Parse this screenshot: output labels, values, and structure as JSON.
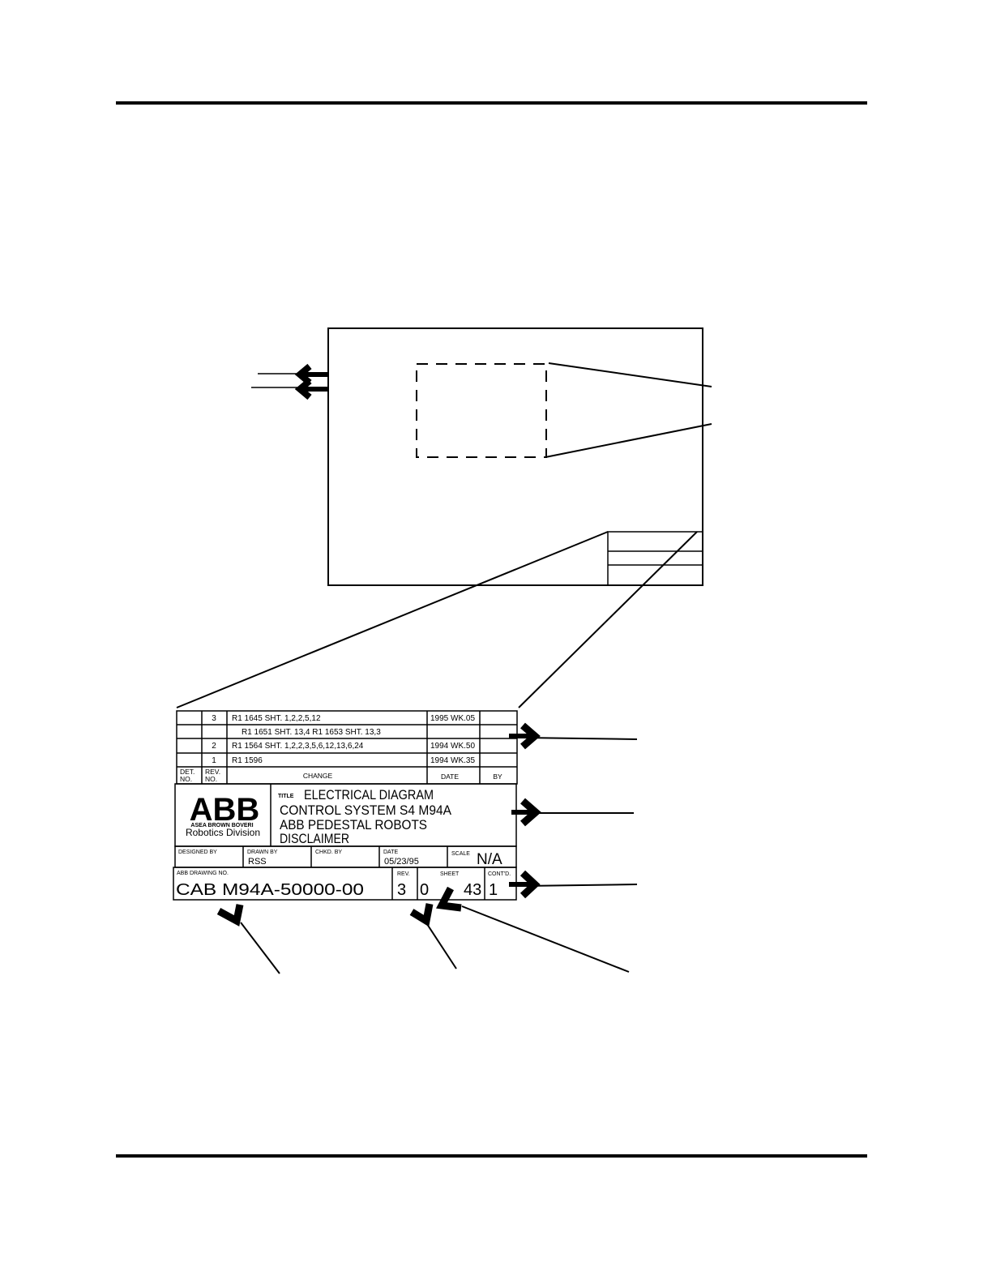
{
  "title_block": {
    "revisions": [
      {
        "rev": "3",
        "change": "R1 1645 SHT. 1,2,2,5,12",
        "date": "1995 WK.05"
      },
      {
        "rev": "",
        "change": "R1 1651 SHT. 13,4  R1 1653 SHT. 13,3",
        "date": ""
      },
      {
        "rev": "2",
        "change": "R1 1564 SHT. 1,2,2,3,5,6,12,13,6,24",
        "date": "1994 WK.50"
      },
      {
        "rev": "1",
        "change": "R1 1596",
        "date": "1994 WK.35"
      }
    ],
    "headers": {
      "det_no_1": "DET.",
      "det_no_2": "NO.",
      "rev_no_1": "REV.",
      "rev_no_2": "NO.",
      "change": "CHANGE",
      "date": "DATE",
      "by": "BY"
    },
    "logo": {
      "mark": "ABB",
      "sub": "ASEA BROWN BOVERI",
      "division": "Robotics Division"
    },
    "title_label": "TITLE",
    "title_lines": [
      "ELECTRICAL DIAGRAM",
      "CONTROL SYSTEM S4 M94A",
      "ABB PEDESTAL ROBOTS",
      "DISCLAIMER"
    ],
    "designed_by_label": "DESIGNED BY",
    "drawn_by_label": "DRAWN BY",
    "drawn_by_value": "RSS",
    "chkd_by_label": "CHKD. BY",
    "date_label": "DATE",
    "date_value": "05/23/95",
    "scale_label": "SCALE",
    "scale_value": "N/A",
    "drawing_no_label": "ABB DRAWING NO.",
    "drawing_no_value": "CAB M94A-50000-00",
    "rev_label": "REV.",
    "rev_value": "3",
    "sheet_label": "SHEET",
    "sheet_value": "0",
    "sheet_total": "43",
    "contd_label": "CONT'D.",
    "contd_value": "1"
  }
}
